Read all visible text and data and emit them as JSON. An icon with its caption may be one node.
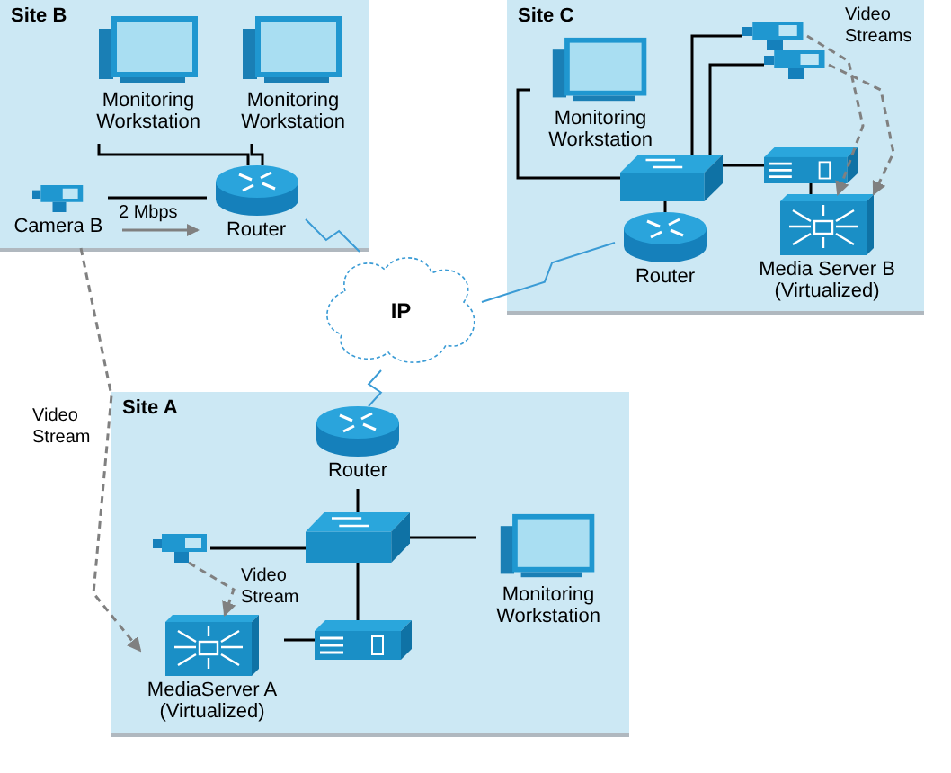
{
  "diagram": {
    "nodes": [
      {
        "text": [
          "Site B"
        ]
      },
      {
        "text": [
          "Monitoring Workstation"
        ],
        "in": 0
      },
      {
        "text": [
          "Monitoring Workstation"
        ],
        "in": 0
      },
      {
        "text": [
          "Camera B"
        ],
        "in": 0
      },
      {
        "text": [
          "Router"
        ],
        "in": 0
      },
      {
        "text": [
          "Site C"
        ]
      },
      {
        "text": [
          "Monitoring Workstation"
        ],
        "in": 5
      },
      {
        "text": [],
        "shape": "box",
        "in": 5
      },
      {
        "text": [],
        "shape": "camera",
        "in": 5
      },
      {
        "text": [],
        "shape": "camera",
        "in": 5
      },
      {
        "text": [],
        "shape": "box",
        "in": 5
      },
      {
        "text": [
          "Router"
        ],
        "in": 5
      },
      {
        "text": [
          "Media Server B (Virtualized)"
        ],
        "in": 5
      },
      {
        "text": [
          "IP"
        ]
      },
      {
        "text": [
          "Site A"
        ]
      },
      {
        "text": [
          "Router"
        ],
        "in": 14
      },
      {
        "text": [],
        "shape": "box",
        "in": 14
      },
      {
        "text": [
          "Monitoring Workstation"
        ],
        "in": 14
      },
      {
        "text": [],
        "shape": "camera",
        "in": 14
      },
      {
        "text": [
          "MediaServer A (Virtualized)"
        ],
        "in": 14
      },
      {
        "text": [],
        "shape": "box",
        "in": 14
      }
    ],
    "edges": [
      {
        "from": 1,
        "to": 4,
        "arrow": "none"
      },
      {
        "from": 2,
        "to": 4,
        "arrow": "none"
      },
      {
        "from": 3,
        "to": 4,
        "arrow": "none",
        "label": "2 Mbps"
      },
      {
        "from": 4,
        "to": 13,
        "arrow": "none",
        "color": "#3a9bd5"
      },
      {
        "from": 11,
        "to": 13,
        "arrow": "none",
        "color": "#3a9bd5"
      },
      {
        "from": 15,
        "to": 13,
        "arrow": "none",
        "color": "#3a9bd5"
      },
      {
        "from": 6,
        "to": 7,
        "arrow": "none"
      },
      {
        "from": 8,
        "to": 7,
        "arrow": "none"
      },
      {
        "from": 9,
        "to": 7,
        "arrow": "none"
      },
      {
        "from": 7,
        "to": 11,
        "arrow": "none"
      },
      {
        "from": 7,
        "to": 10,
        "arrow": "none"
      },
      {
        "from": 10,
        "to": 12,
        "arrow": "none"
      },
      {
        "from": 8,
        "to": 12,
        "arrow": "to",
        "style": "dashed",
        "color": "#808080"
      },
      {
        "from": 9,
        "to": 12,
        "arrow": "to",
        "style": "dashed",
        "color": "#808080"
      },
      {
        "from": 15,
        "to": 16,
        "arrow": "none"
      },
      {
        "from": 16,
        "to": 17,
        "arrow": "none"
      },
      {
        "from": 18,
        "to": 16,
        "arrow": "none"
      },
      {
        "from": 16,
        "to": 20,
        "arrow": "none"
      },
      {
        "from": 19,
        "to": 20,
        "arrow": "none"
      },
      {
        "from": 18,
        "to": 19,
        "arrow": "to",
        "style": "dashed",
        "color": "#808080",
        "label": "Video Stream"
      },
      {
        "from": 3,
        "to": 19,
        "arrow": "to",
        "style": "dashed",
        "color": "#808080",
        "label": "Video Stream"
      }
    ],
    "labels": [
      "Video Streams"
    ]
  }
}
